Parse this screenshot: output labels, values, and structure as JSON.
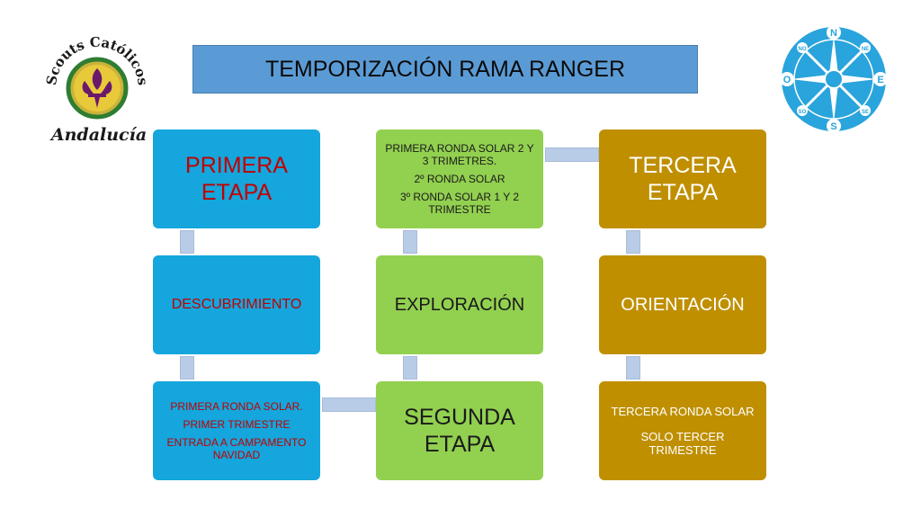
{
  "title": "TEMPORIZACIÓN RAMA RANGER",
  "logo_left": {
    "arc_text": "Scouts Católicos",
    "bottom_text": "Andalucía"
  },
  "compass": {
    "n": "N",
    "s": "S",
    "e": "E",
    "o": "O",
    "ne": "NE",
    "no": "NO",
    "se": "SE",
    "so": "SO"
  },
  "boxes": {
    "primera_etapa": "PRIMERA ETAPA",
    "descubrimiento": "DESCUBRIMIENTO",
    "primera_detail": [
      "PRIMERA RONDA SOLAR.",
      "PRIMER TRIMESTRE",
      "ENTRADA A CAMPAMENTO NAVIDAD"
    ],
    "segunda_etapa": "SEGUNDA ETAPA",
    "exploracion": "EXPLORACIÓN",
    "segunda_detail": [
      "PRIMERA RONDA SOLAR 2 Y 3 TRIMETRES.",
      "2º RONDA SOLAR",
      "3º RONDA SOLAR 1 Y 2 TRIMESTRE"
    ],
    "tercera_etapa": "TERCERA ETAPA",
    "orientacion": "ORIENTACIÓN",
    "tercera_detail": [
      "TERCERA RONDA SOLAR",
      "SOLO TERCER TRIMESTRE"
    ]
  },
  "colors": {
    "blue": "#14a6dc",
    "green": "#92d050",
    "gold": "#bf8f00",
    "title_bg": "#5b9bd5",
    "red_text": "#c00000",
    "connector": "#b9cce7"
  }
}
